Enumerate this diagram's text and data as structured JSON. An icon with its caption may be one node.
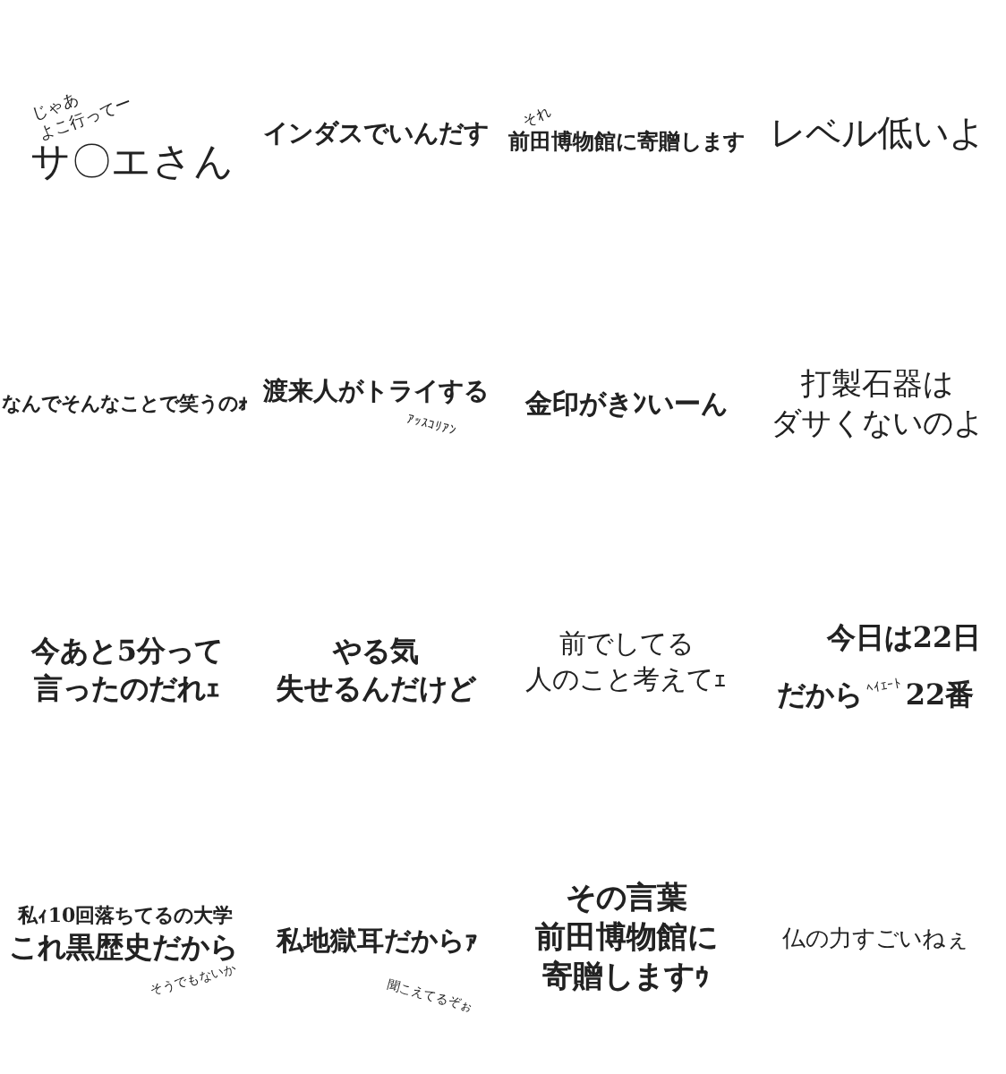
{
  "diagram": {
    "labels": [
      "じゃあよこ行ってー",
      "サ〇エさん",
      "インダスでいんだす",
      "それ",
      "前田博物館に寄贈します",
      "レベル低いよ",
      "なんでそんなことで笑うのｫ",
      "渡来人がトライする",
      "ｱｯｽｺﾘｱﾝ",
      "金印がきﾝいーん",
      "打製石器はダサくないのよ",
      "今あと**5**分って言ったのだれｪ",
      "やる気失せるんだけど",
      "前でしてる人のこと考えてｪ",
      "今日は**22**日",
      "だから",
      "ﾍｲｴｰﾄ",
      "**22**番",
      "私ｨ**10**回落ちてるの大学",
      "これ黒歴史だから",
      "そうでもないか",
      "私地獄耳だからｧ",
      "聞こえてるぞぉ",
      "その言葉前田博物館に寄贈しますｩ",
      "仏の力すごいねぇ"
    ]
  }
}
